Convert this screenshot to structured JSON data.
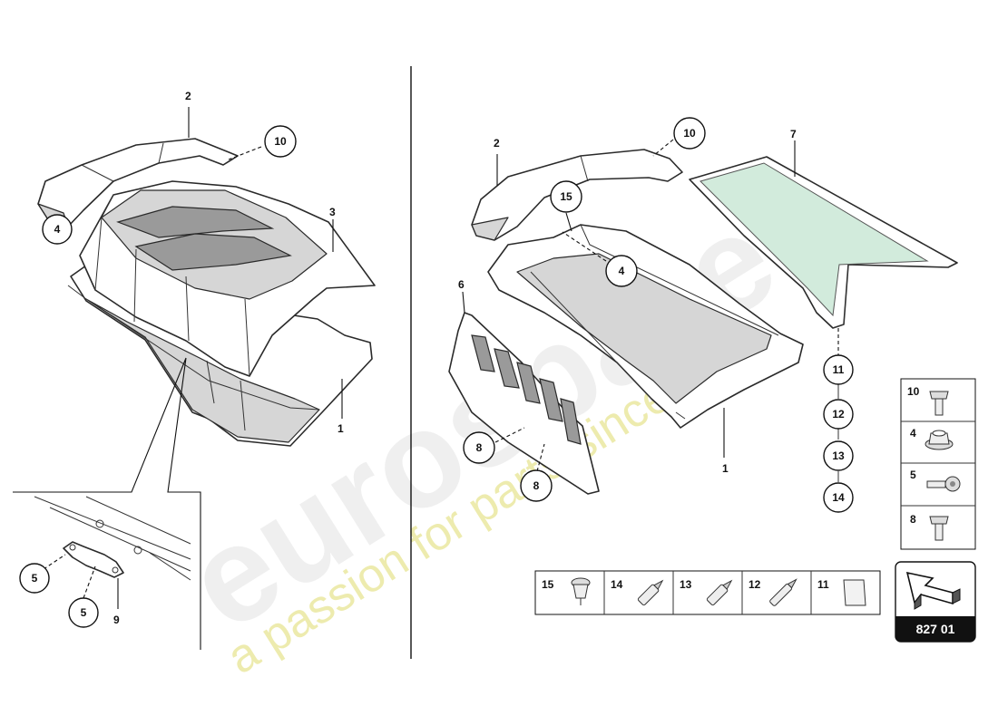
{
  "watermark": {
    "brand": "eurospares",
    "tagline": "a passion for parts since 1985"
  },
  "callouts": {
    "left_2": "2",
    "left_10": "10",
    "left_3": "3",
    "left_4": "4",
    "left_1": "1",
    "detail_5a": "5",
    "detail_5b": "5",
    "detail_9": "9",
    "right_2": "2",
    "right_10": "10",
    "right_7": "7",
    "right_15": "15",
    "right_4": "4",
    "right_6": "6",
    "right_8a": "8",
    "right_8b": "8",
    "right_1": "1",
    "right_11": "11",
    "right_12": "12",
    "right_13": "13",
    "right_14": "14"
  },
  "fastener_legend": [
    {
      "number": "10",
      "icon": "flange-bolt-icon"
    },
    {
      "number": "4",
      "icon": "nut-icon"
    },
    {
      "number": "5",
      "icon": "screw-icon"
    },
    {
      "number": "8",
      "icon": "flange-bolt-icon"
    }
  ],
  "consumables_legend": [
    {
      "number": "15",
      "icon": "clip-icon"
    },
    {
      "number": "14",
      "icon": "adhesive-tube-icon"
    },
    {
      "number": "13",
      "icon": "adhesive-tube-icon"
    },
    {
      "number": "12",
      "icon": "adhesive-tube-icon"
    },
    {
      "number": "11",
      "icon": "pad-icon"
    }
  ],
  "diagram_code": "827 01",
  "orientation_icon": "direction-arrow-icon"
}
